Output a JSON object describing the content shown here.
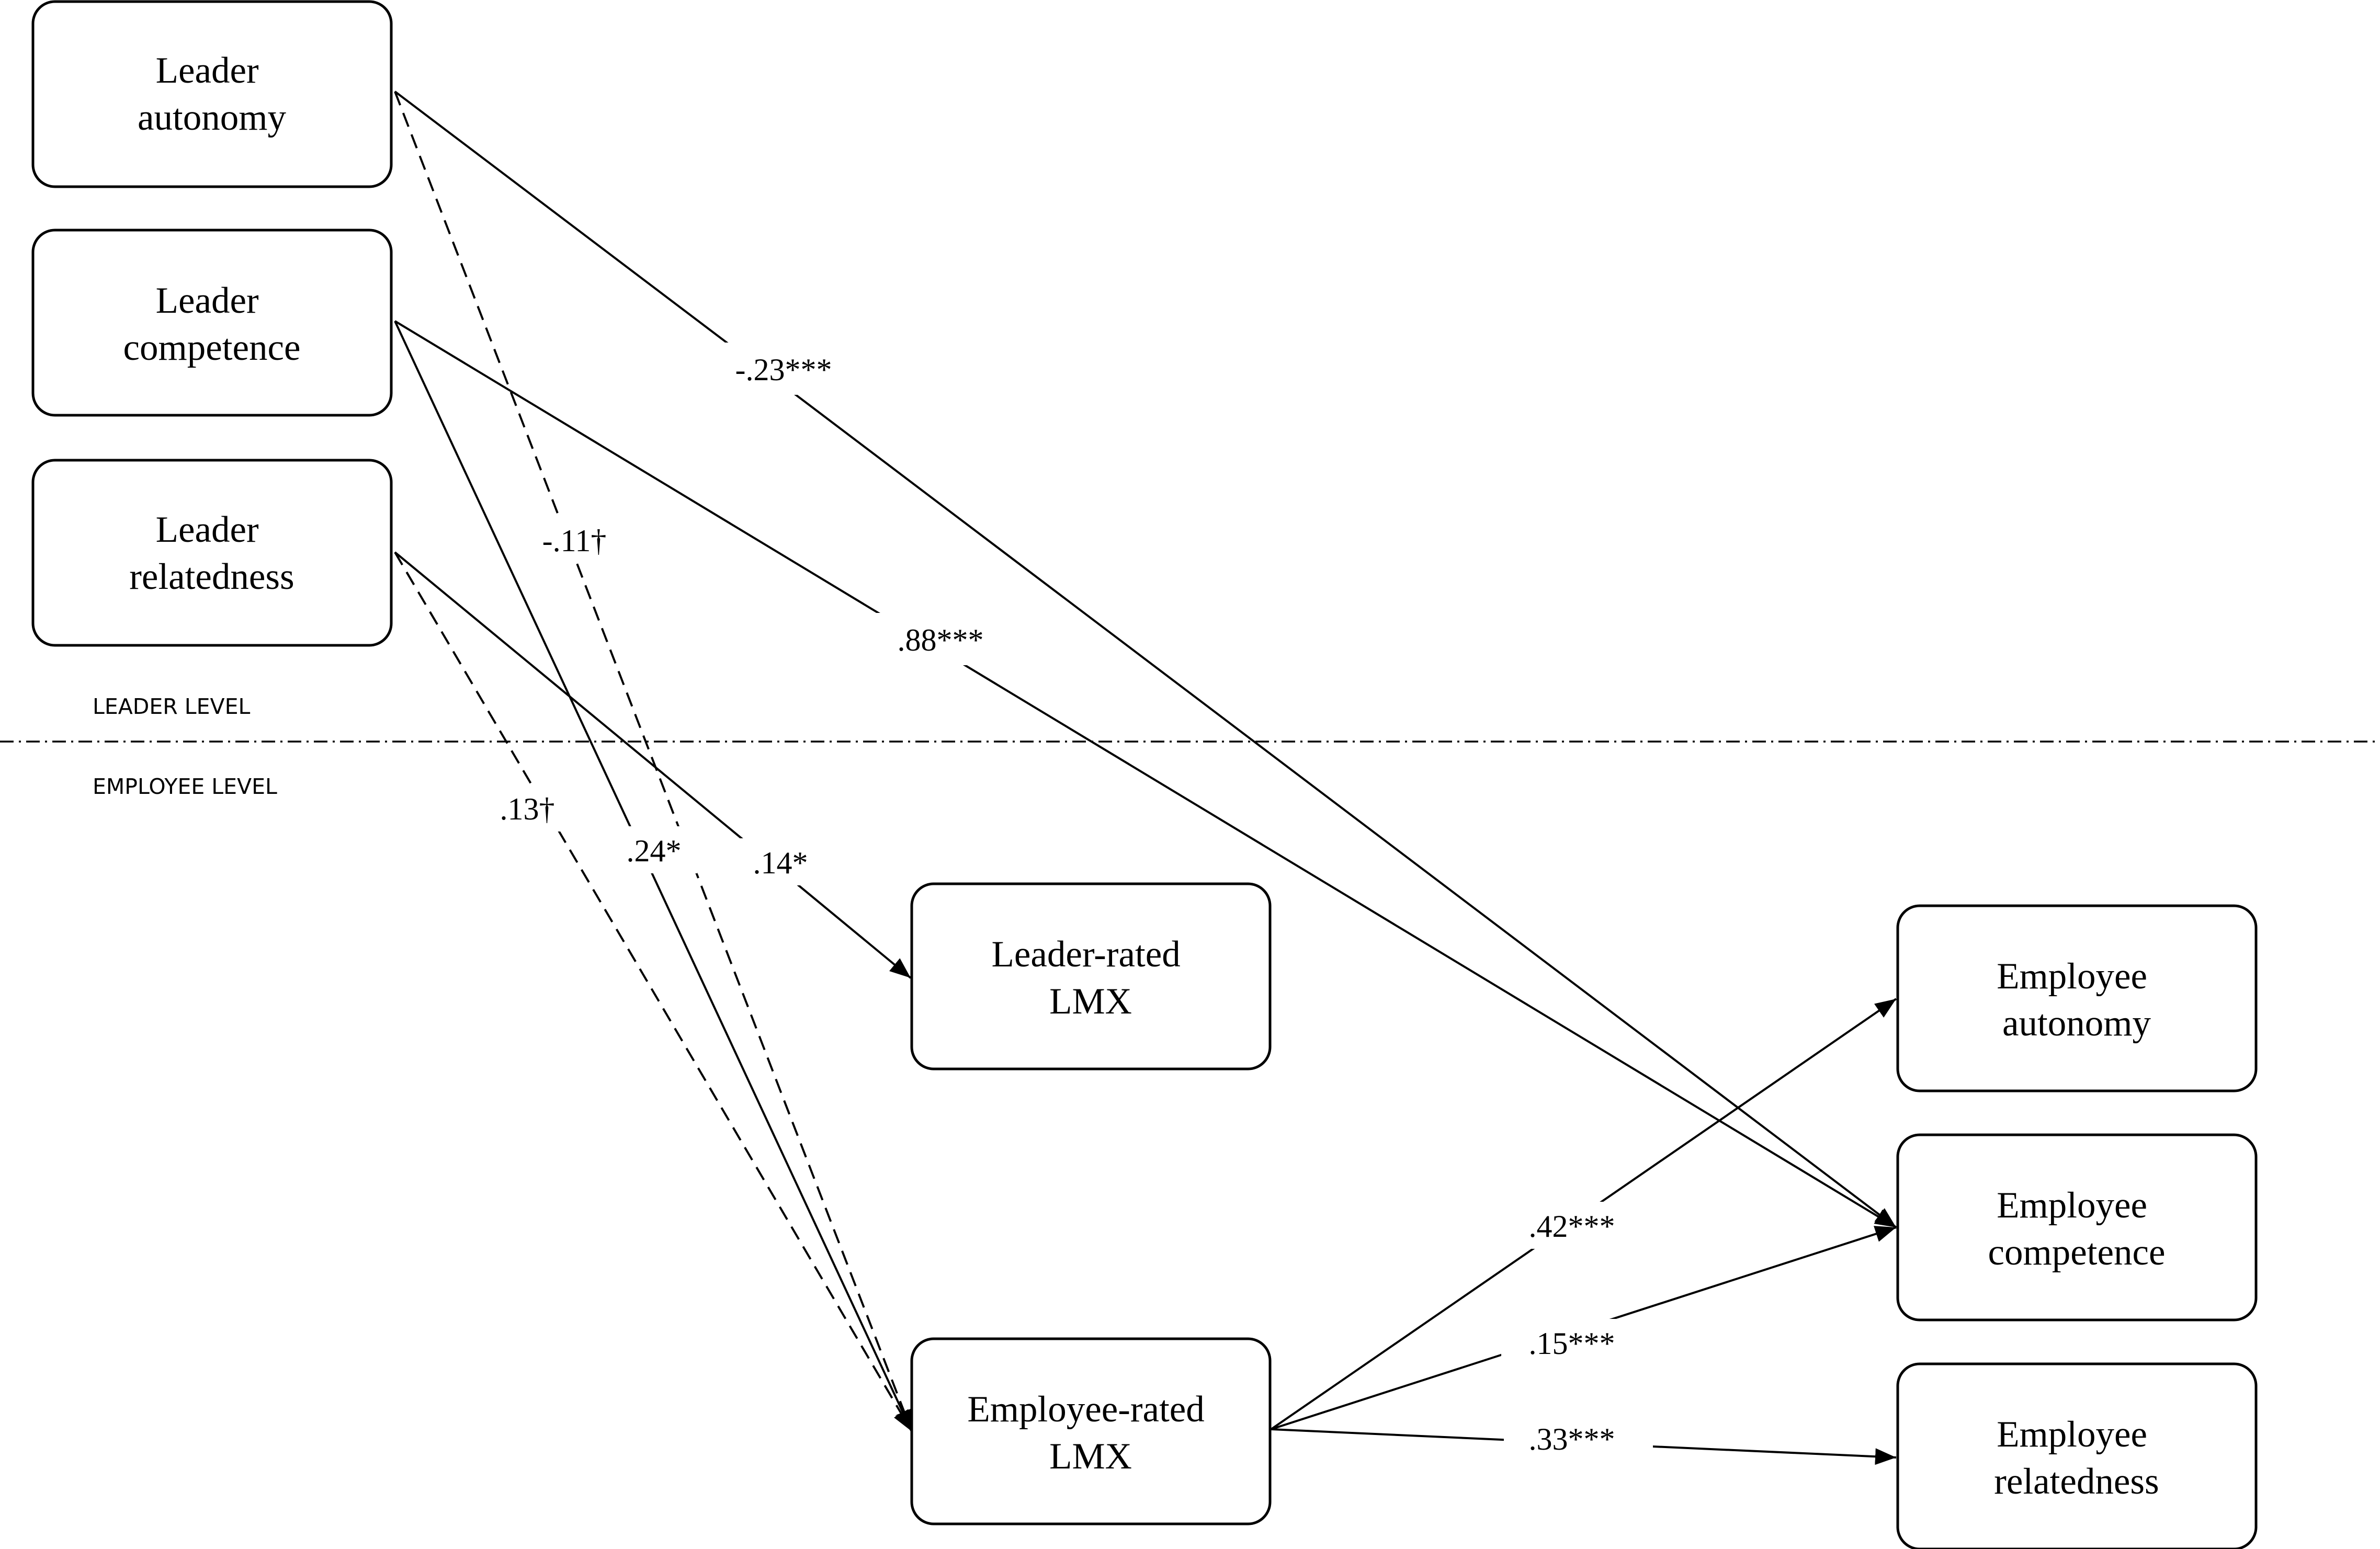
{
  "levels": {
    "upper": "LEADER LEVEL",
    "lower": "EMPLOYEE LEVEL"
  },
  "nodes": {
    "leader_autonomy": [
      "Leader",
      "autonomy"
    ],
    "leader_competence": [
      "Leader",
      "competence"
    ],
    "leader_relatedness": [
      "Leader",
      "relatedness"
    ],
    "leader_rated_lmx": [
      "Leader-rated",
      "LMX"
    ],
    "employee_rated_lmx": [
      "Employee-rated",
      "LMX"
    ],
    "employee_autonomy": [
      "Employee",
      "autonomy"
    ],
    "employee_competence": [
      "Employee",
      "competence"
    ],
    "employee_relatedness": [
      "Employee",
      "relatedness"
    ]
  },
  "paths": [
    {
      "from": "Leader autonomy",
      "to": "Employee competence",
      "coefficient": "-.23***",
      "style": "solid"
    },
    {
      "from": "Leader competence",
      "to": "Employee competence",
      "coefficient": ".88***",
      "style": "solid"
    },
    {
      "from": "Leader autonomy",
      "to": "Employee-rated LMX",
      "coefficient": "-.11†",
      "style": "dashed"
    },
    {
      "from": "Leader competence",
      "to": "Employee-rated LMX",
      "coefficient": ".24*",
      "style": "solid"
    },
    {
      "from": "Leader relatedness",
      "to": "Employee-rated LMX",
      "coefficient": ".13†",
      "style": "dashed"
    },
    {
      "from": "Leader relatedness",
      "to": "Leader-rated LMX",
      "coefficient": ".14*",
      "style": "solid"
    },
    {
      "from": "Employee-rated LMX",
      "to": "Employee autonomy",
      "coefficient": ".42***",
      "style": "solid"
    },
    {
      "from": "Employee-rated LMX",
      "to": "Employee competence",
      "coefficient": ".15***",
      "style": "solid"
    },
    {
      "from": "Employee-rated LMX",
      "to": "Employee relatedness",
      "coefficient": ".33***",
      "style": "solid"
    }
  ]
}
